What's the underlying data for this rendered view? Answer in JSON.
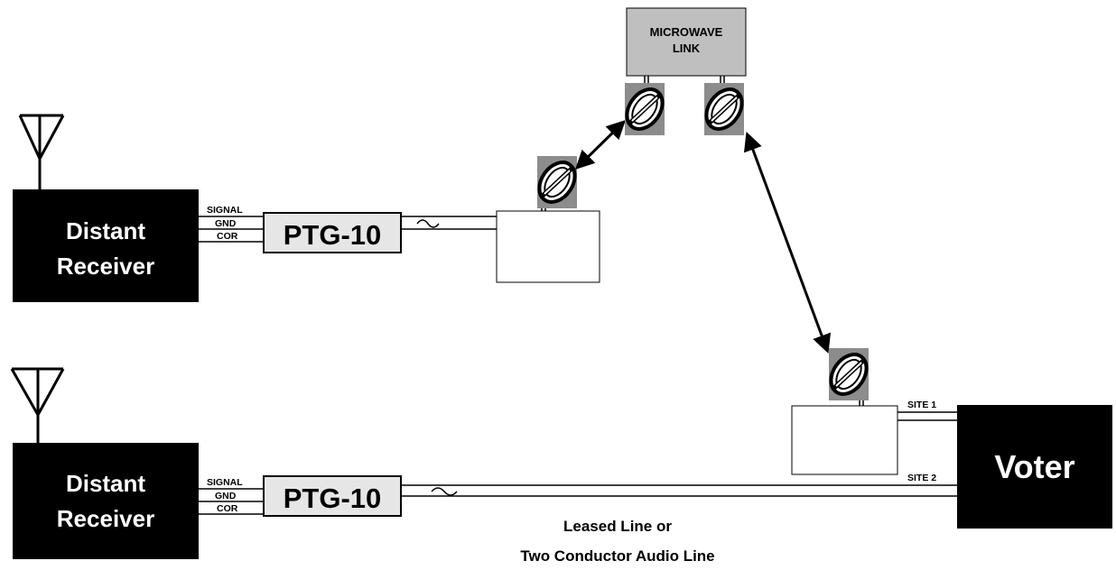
{
  "receivers": [
    {
      "label_line1": "Distant",
      "label_line2": "Receiver"
    },
    {
      "label_line1": "Distant",
      "label_line2": "Receiver"
    }
  ],
  "connections": {
    "signal": "SIGNAL",
    "gnd": "GND",
    "cor": "COR"
  },
  "ptg": [
    {
      "label": "PTG-10"
    },
    {
      "label": "PTG-10"
    }
  ],
  "microwave": {
    "label_line1": "MICROWAVE",
    "label_line2": "LINK"
  },
  "voter": {
    "label": "Voter",
    "site1": "SITE 1",
    "site2": "SITE 2"
  },
  "line_caption": {
    "line1": "Leased Line or",
    "line2": "Two Conductor Audio Line"
  },
  "icons": [
    "antenna-icon",
    "dish-icon",
    "double-arrow-icon",
    "tilde-icon"
  ],
  "colors": {
    "receiver_fill": "#000000",
    "ptg_fill": "#e6e6e6",
    "microwave_fill": "#bfbfbf",
    "dish_bg": "#8c8c8c"
  }
}
